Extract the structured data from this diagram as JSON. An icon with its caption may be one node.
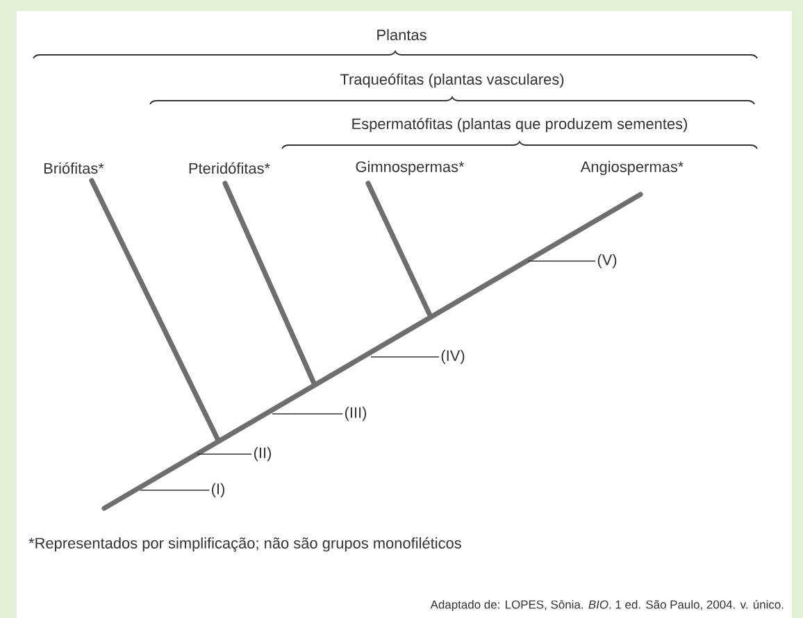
{
  "diagram": {
    "nodes": [
      {
        "text": [
          "(I)"
        ]
      },
      {
        "text": [
          "(II)"
        ]
      },
      {
        "text": [
          "(III)"
        ]
      },
      {
        "text": [
          "(IV)"
        ]
      },
      {
        "text": [
          "(V)"
        ]
      }
    ],
    "edges": [
      {
        "from": 0,
        "to": null,
        "arrow": "none"
      },
      {
        "from": 1,
        "to": null,
        "arrow": "none"
      },
      {
        "from": 2,
        "to": null,
        "arrow": "none"
      },
      {
        "from": 3,
        "to": null,
        "arrow": "none"
      },
      {
        "from": 4,
        "to": null,
        "arrow": "none"
      }
    ],
    "labels": [
      "Plantas",
      "Traqueófitas (plantas vasculares)",
      "Espermatófitas (plantas que produzem sementes)",
      "Briófitas*",
      "Pteridófitas*",
      "Gimnospermas*",
      "Angiospermas*",
      "*Representados por simplificação; não são grupos monofiléticos",
      "Adaptado de: LOPES, Sônia. *BIO*. 1 ed. São Paulo, 2004. v. único."
    ]
  }
}
